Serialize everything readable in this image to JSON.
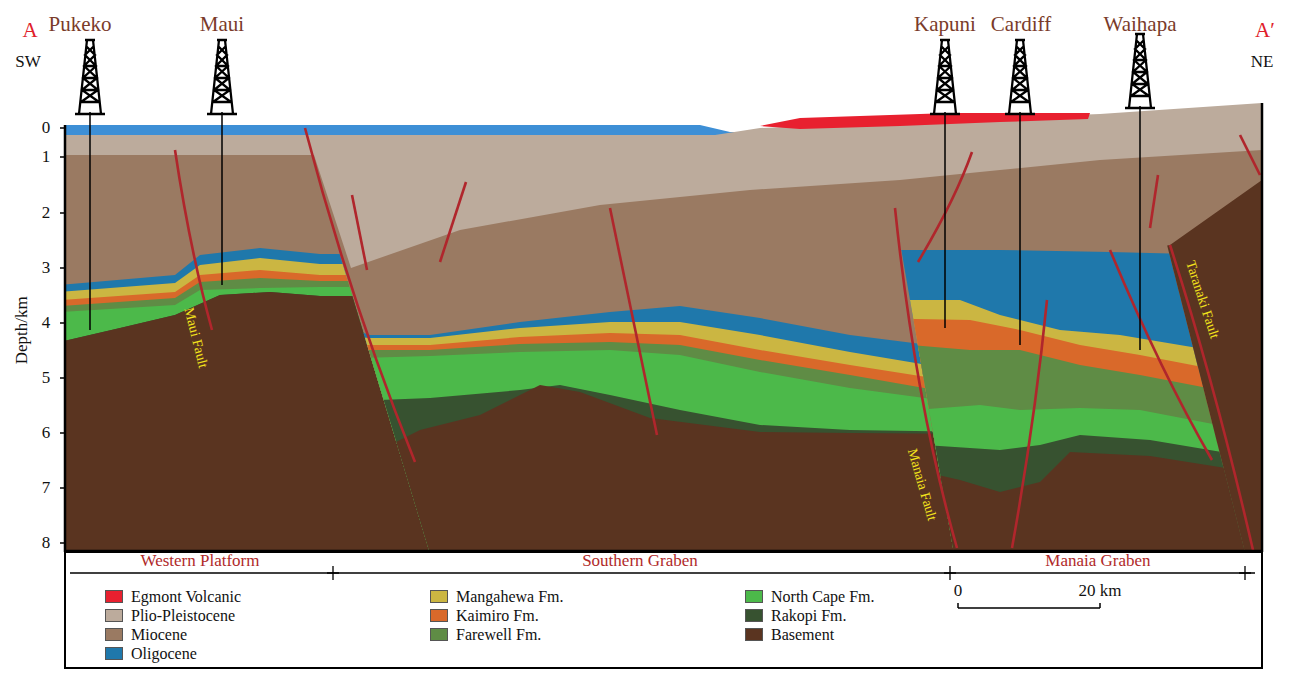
{
  "diagram": {
    "labels": [
      "A",
      "Pukeko",
      "Maui",
      "Kapuni",
      "Cardiff",
      "Waihapa",
      "A′",
      "SW",
      "NE",
      "0",
      "1",
      "2",
      "3",
      "4",
      "5",
      "6",
      "7",
      "8",
      "Depth/km",
      "Maui Fault",
      "Manaia Fault",
      "Taranaki Fault",
      "Western Platform",
      "Southern Graben",
      "Manaia Graben",
      "0",
      "20 km"
    ],
    "legend": [
      {
        "text": "Egmont Volcanic",
        "color": "#e8202f"
      },
      {
        "text": "Plio-Pleistocene",
        "color": "#bcab9c"
      },
      {
        "text": "Miocene",
        "color": "#9a7a62"
      },
      {
        "text": "Oligocene",
        "color": "#1f78ab"
      },
      {
        "text": "Mangahewa Fm.",
        "color": "#cbb642"
      },
      {
        "text": "Kaimiro Fm.",
        "color": "#d9692a"
      },
      {
        "text": "Farewell Fm.",
        "color": "#5f8c45"
      },
      {
        "text": "North Cape Fm.",
        "color": "#4cb94a"
      },
      {
        "text": "Rakopi Fm.",
        "color": "#375230"
      },
      {
        "text": "Basement",
        "color": "#5a3420"
      }
    ]
  }
}
